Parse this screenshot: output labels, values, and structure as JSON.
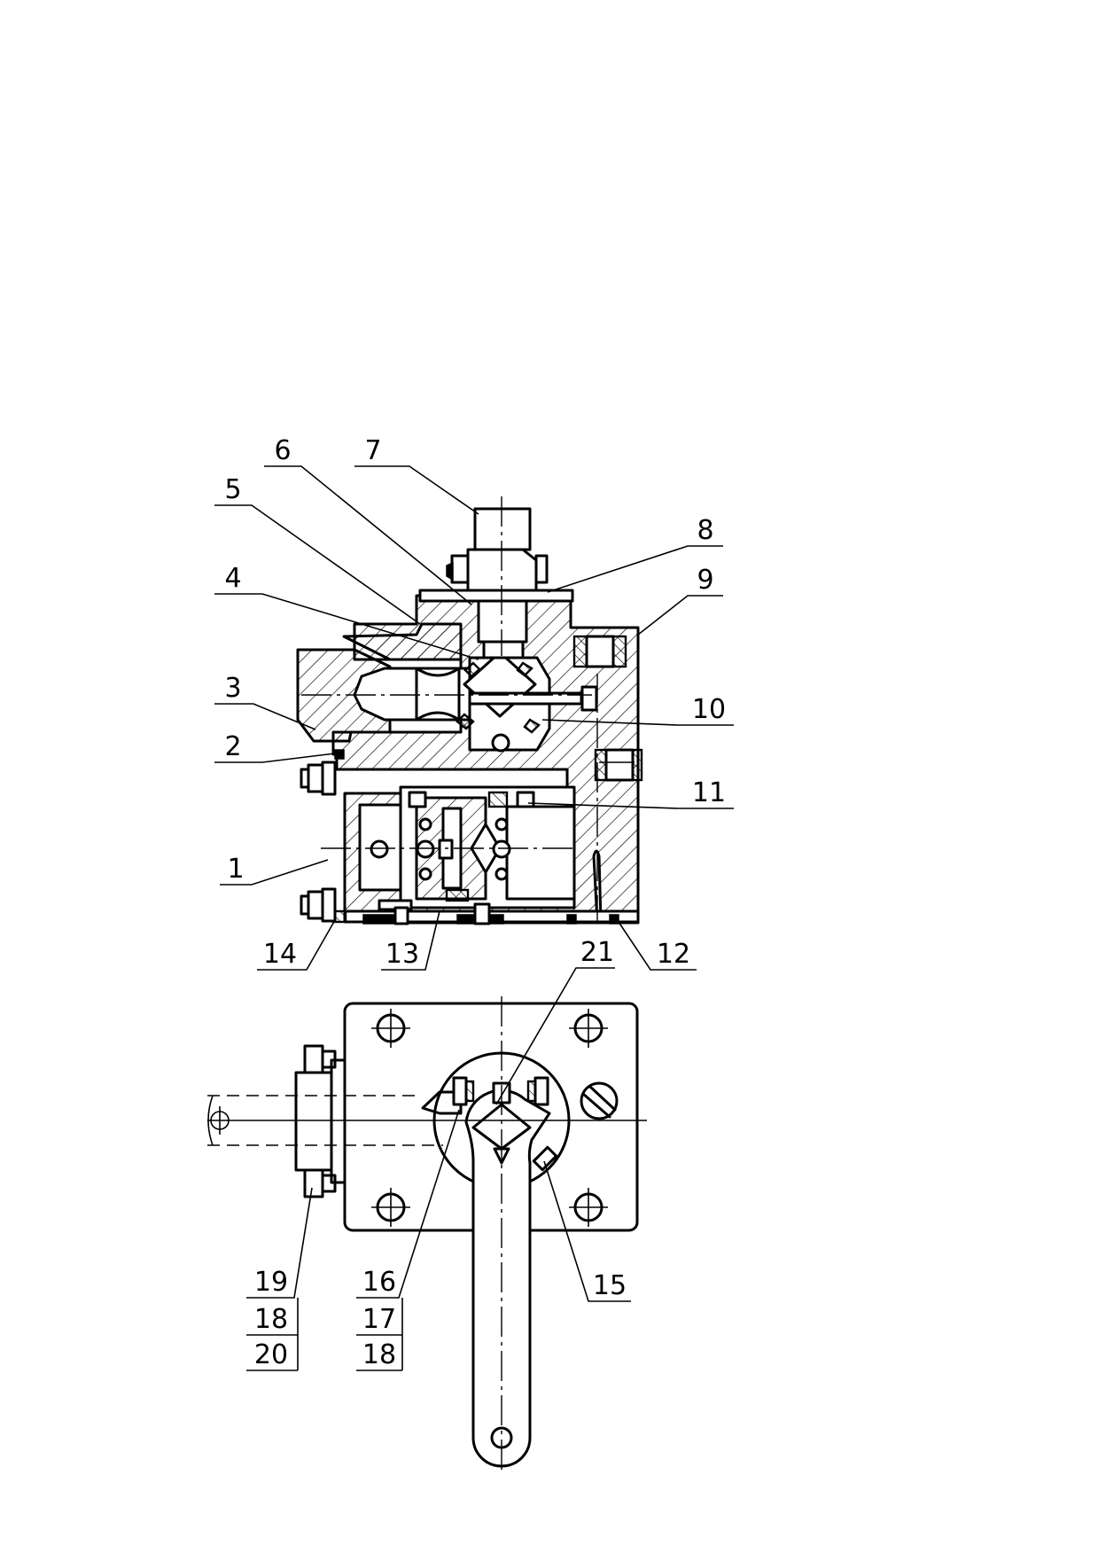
{
  "callouts": {
    "c1": "1",
    "c2": "2",
    "c3": "3",
    "c4": "4",
    "c5": "5",
    "c6": "6",
    "c7": "7",
    "c8": "8",
    "c9": "9",
    "c10": "10",
    "c11": "11",
    "c12": "12",
    "c13": "13",
    "c14": "14",
    "c15": "15",
    "c16": "16",
    "c17": "17",
    "c18a": "18",
    "c19": "19",
    "c18b": "18",
    "c20": "20",
    "c21": "21"
  }
}
